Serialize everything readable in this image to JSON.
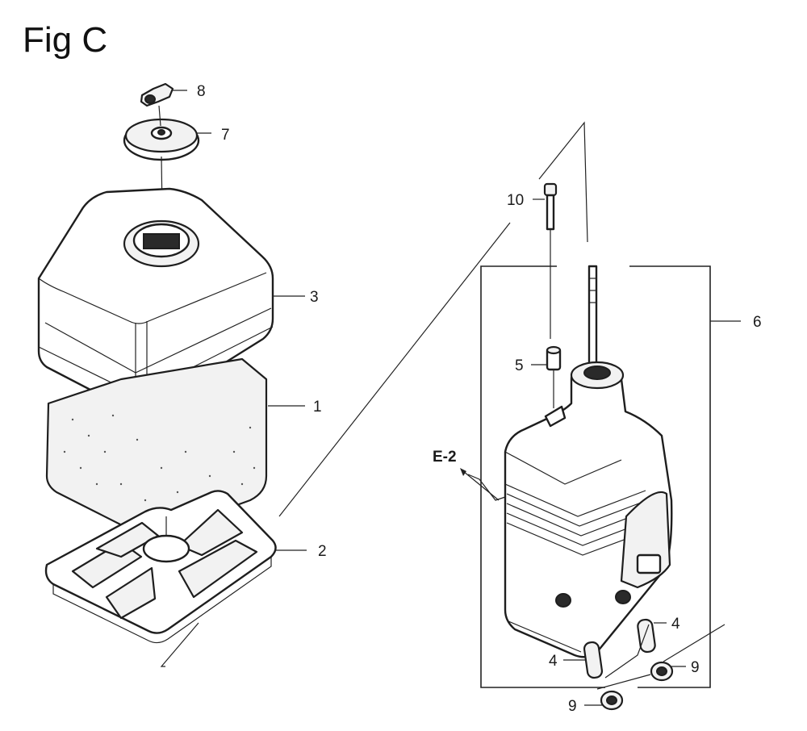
{
  "figure": {
    "title": "Fig C"
  },
  "callouts": [
    {
      "id": "c8",
      "label": "8"
    },
    {
      "id": "c7",
      "label": "7"
    },
    {
      "id": "c3",
      "label": "3"
    },
    {
      "id": "c1",
      "label": "1"
    },
    {
      "id": "c2",
      "label": "2"
    },
    {
      "id": "c10",
      "label": "10"
    },
    {
      "id": "c6",
      "label": "6"
    },
    {
      "id": "c5",
      "label": "5"
    },
    {
      "id": "c4a",
      "label": "4"
    },
    {
      "id": "c4b",
      "label": "4"
    },
    {
      "id": "c9a",
      "label": "9"
    },
    {
      "id": "c9b",
      "label": "9"
    }
  ],
  "references": {
    "e2": "E-2"
  }
}
